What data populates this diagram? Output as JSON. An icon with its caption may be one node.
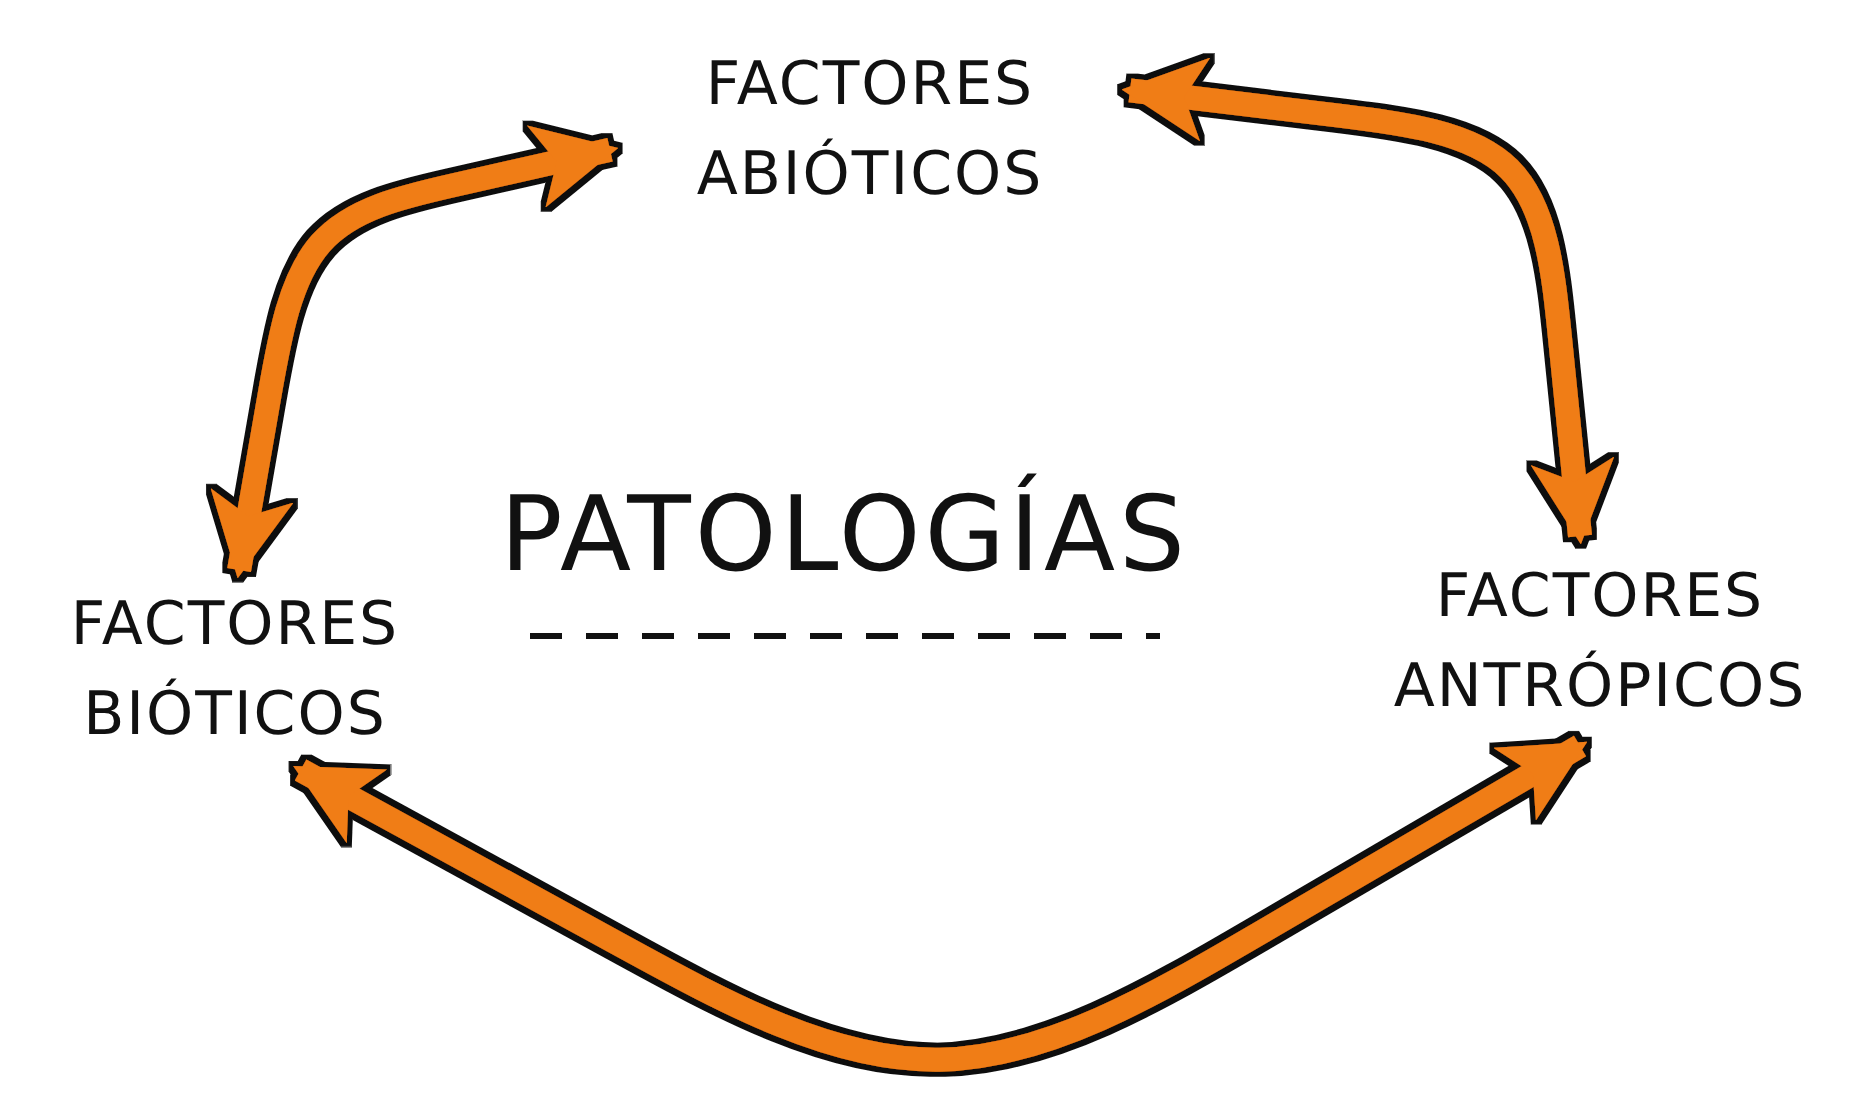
{
  "diagram": {
    "nodes": [
      {
        "text": [
          "FACTORES ABIÓTICOS"
        ]
      },
      {
        "text": [
          "FACTORES BIÓTICOS"
        ]
      },
      {
        "text": [
          "FACTORES ANTRÓPICOS"
        ]
      }
    ],
    "edges": [
      {
        "from": 0,
        "to": 1,
        "arrow": "both"
      },
      {
        "from": 0,
        "to": 2,
        "arrow": "both"
      },
      {
        "from": 1,
        "to": 2,
        "arrow": "both"
      }
    ],
    "labels": [
      "PATOLOGÍAS"
    ]
  }
}
